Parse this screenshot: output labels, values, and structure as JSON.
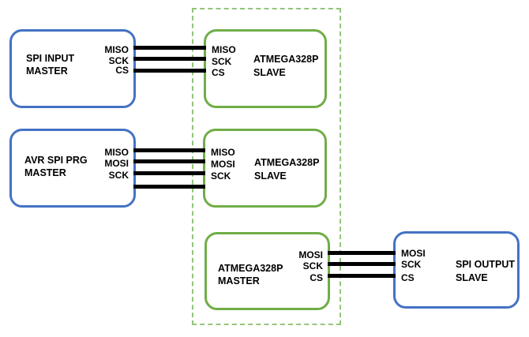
{
  "diagram": {
    "type": "spi-bus-block-diagram",
    "colors": {
      "blue_box_border": "#4472C4",
      "green_box_border": "#70AD47",
      "dashed_region_border": "#92C57A",
      "wire": "#000000",
      "text": "#000000",
      "background": "#FFFFFF"
    },
    "boxes": [
      {
        "id": "spi-input-master",
        "style": "blue",
        "title_line1": "SPI INPUT",
        "title_line2": "MASTER",
        "pins": [
          "MISO",
          "SCK",
          "CS"
        ]
      },
      {
        "id": "atmega328p-slave-1",
        "style": "green",
        "title_line1": "ATMEGA328P",
        "title_line2": "SLAVE",
        "pins": [
          "MISO",
          "SCK",
          "CS"
        ]
      },
      {
        "id": "avr-spi-prg-master",
        "style": "blue",
        "title_line1": "AVR SPI PRG",
        "title_line2": "MASTER",
        "pins": [
          "MISO",
          "MOSI",
          "SCK"
        ]
      },
      {
        "id": "atmega328p-slave-2",
        "style": "green",
        "title_line1": "ATMEGA328P",
        "title_line2": "SLAVE",
        "pins": [
          "MISO",
          "MOSI",
          "SCK"
        ]
      },
      {
        "id": "atmega328p-master",
        "style": "green",
        "title_line1": "ATMEGA328P",
        "title_line2": "MASTER",
        "pins": [
          "MOSI",
          "SCK",
          "CS"
        ]
      },
      {
        "id": "spi-output-slave",
        "style": "blue",
        "title_line1": "SPI OUTPUT",
        "title_line2": "SLAVE",
        "pins": [
          "MOSI",
          "SCK",
          "CS"
        ]
      }
    ],
    "connections": [
      {
        "from": "SPI INPUT MASTER",
        "to": "ATMEGA328P SLAVE",
        "wire_count": 3,
        "signals": [
          "MISO",
          "SCK",
          "CS"
        ]
      },
      {
        "from": "AVR SPI PRG MASTER",
        "to": "ATMEGA328P SLAVE",
        "wire_count": 4,
        "signals": [
          "MISO",
          "MOSI",
          "SCK",
          ""
        ]
      },
      {
        "from": "ATMEGA328P MASTER",
        "to": "SPI OUTPUT SLAVE",
        "wire_count": 3,
        "signals": [
          "MOSI",
          "SCK",
          "CS"
        ]
      }
    ]
  }
}
